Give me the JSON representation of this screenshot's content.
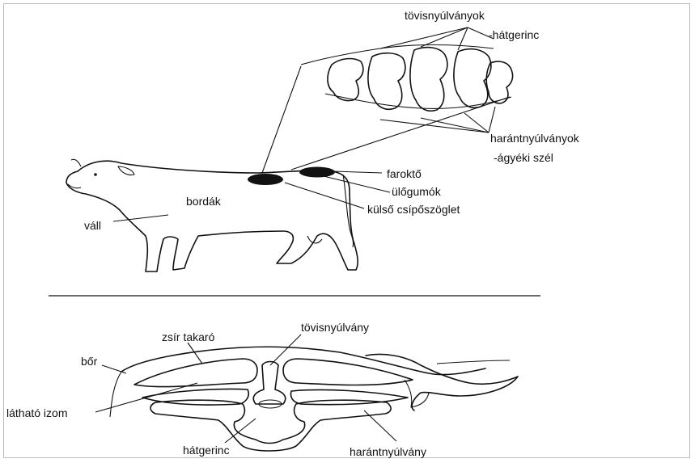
{
  "top_labels": {
    "spinous_processes": "tövisnyúlványok",
    "spine_top": "-hátgerinc",
    "transverse_processes": "harántnyúlványok",
    "loin_edge": "-ágyéki szél",
    "tail_root": "faroktő",
    "pin_bone": "ülőgumók",
    "hip_point": "külső csípőszöglet",
    "ribs": "bordák",
    "shoulder": "váll"
  },
  "bottom_labels": {
    "spinous_process": "tövisnyúlvány",
    "fat_cover": "zsír takaró",
    "skin": "bőr",
    "visible_muscle": "látható izom",
    "spine": "hátgerinc",
    "transverse_process": "harántnyúlvány"
  }
}
